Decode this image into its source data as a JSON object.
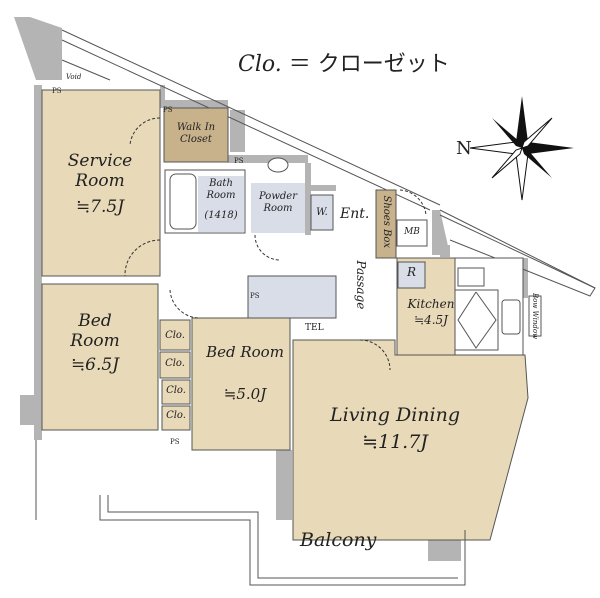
{
  "legend": {
    "abbr": "Clo.",
    "equals": "＝",
    "meaning": "クローゼット"
  },
  "compass": {
    "north_label": "N"
  },
  "rooms": {
    "service_room": {
      "name": "Service Room",
      "size": "≒7.5J"
    },
    "walk_in_closet": {
      "name": "Walk In Closet"
    },
    "bath_room": {
      "name": "Bath Room",
      "size": "(1418)"
    },
    "powder_room": {
      "name": "Powder Room"
    },
    "washer": {
      "label": "W."
    },
    "entrance": {
      "label": "Ent."
    },
    "shoes_box": {
      "label": "Shoes Box"
    },
    "meter_box": {
      "label": "MB"
    },
    "passage": {
      "label": "Passage"
    },
    "refrigerator": {
      "label": "R"
    },
    "kitchen": {
      "name": "Kitchen",
      "size": "≒4.5J"
    },
    "bow_window": {
      "label": "Bow Window"
    },
    "bed_room_1": {
      "name": "Bed Room",
      "size": "≒6.5J"
    },
    "bed_room_2": {
      "name": "Bed Room",
      "size": "≒5.0J"
    },
    "living_dining": {
      "name": "Living Dining",
      "size": "≒11.7J"
    },
    "balcony": {
      "label": "Balcony"
    }
  },
  "small_labels": {
    "ps": "PS",
    "void": "Void",
    "tel": "TEL",
    "clo": "Clo."
  },
  "colors": {
    "tan": "#e8d9b8",
    "closet": "#c8b28c",
    "wet": "#d8dde8",
    "wall": "#b4b4b4"
  }
}
